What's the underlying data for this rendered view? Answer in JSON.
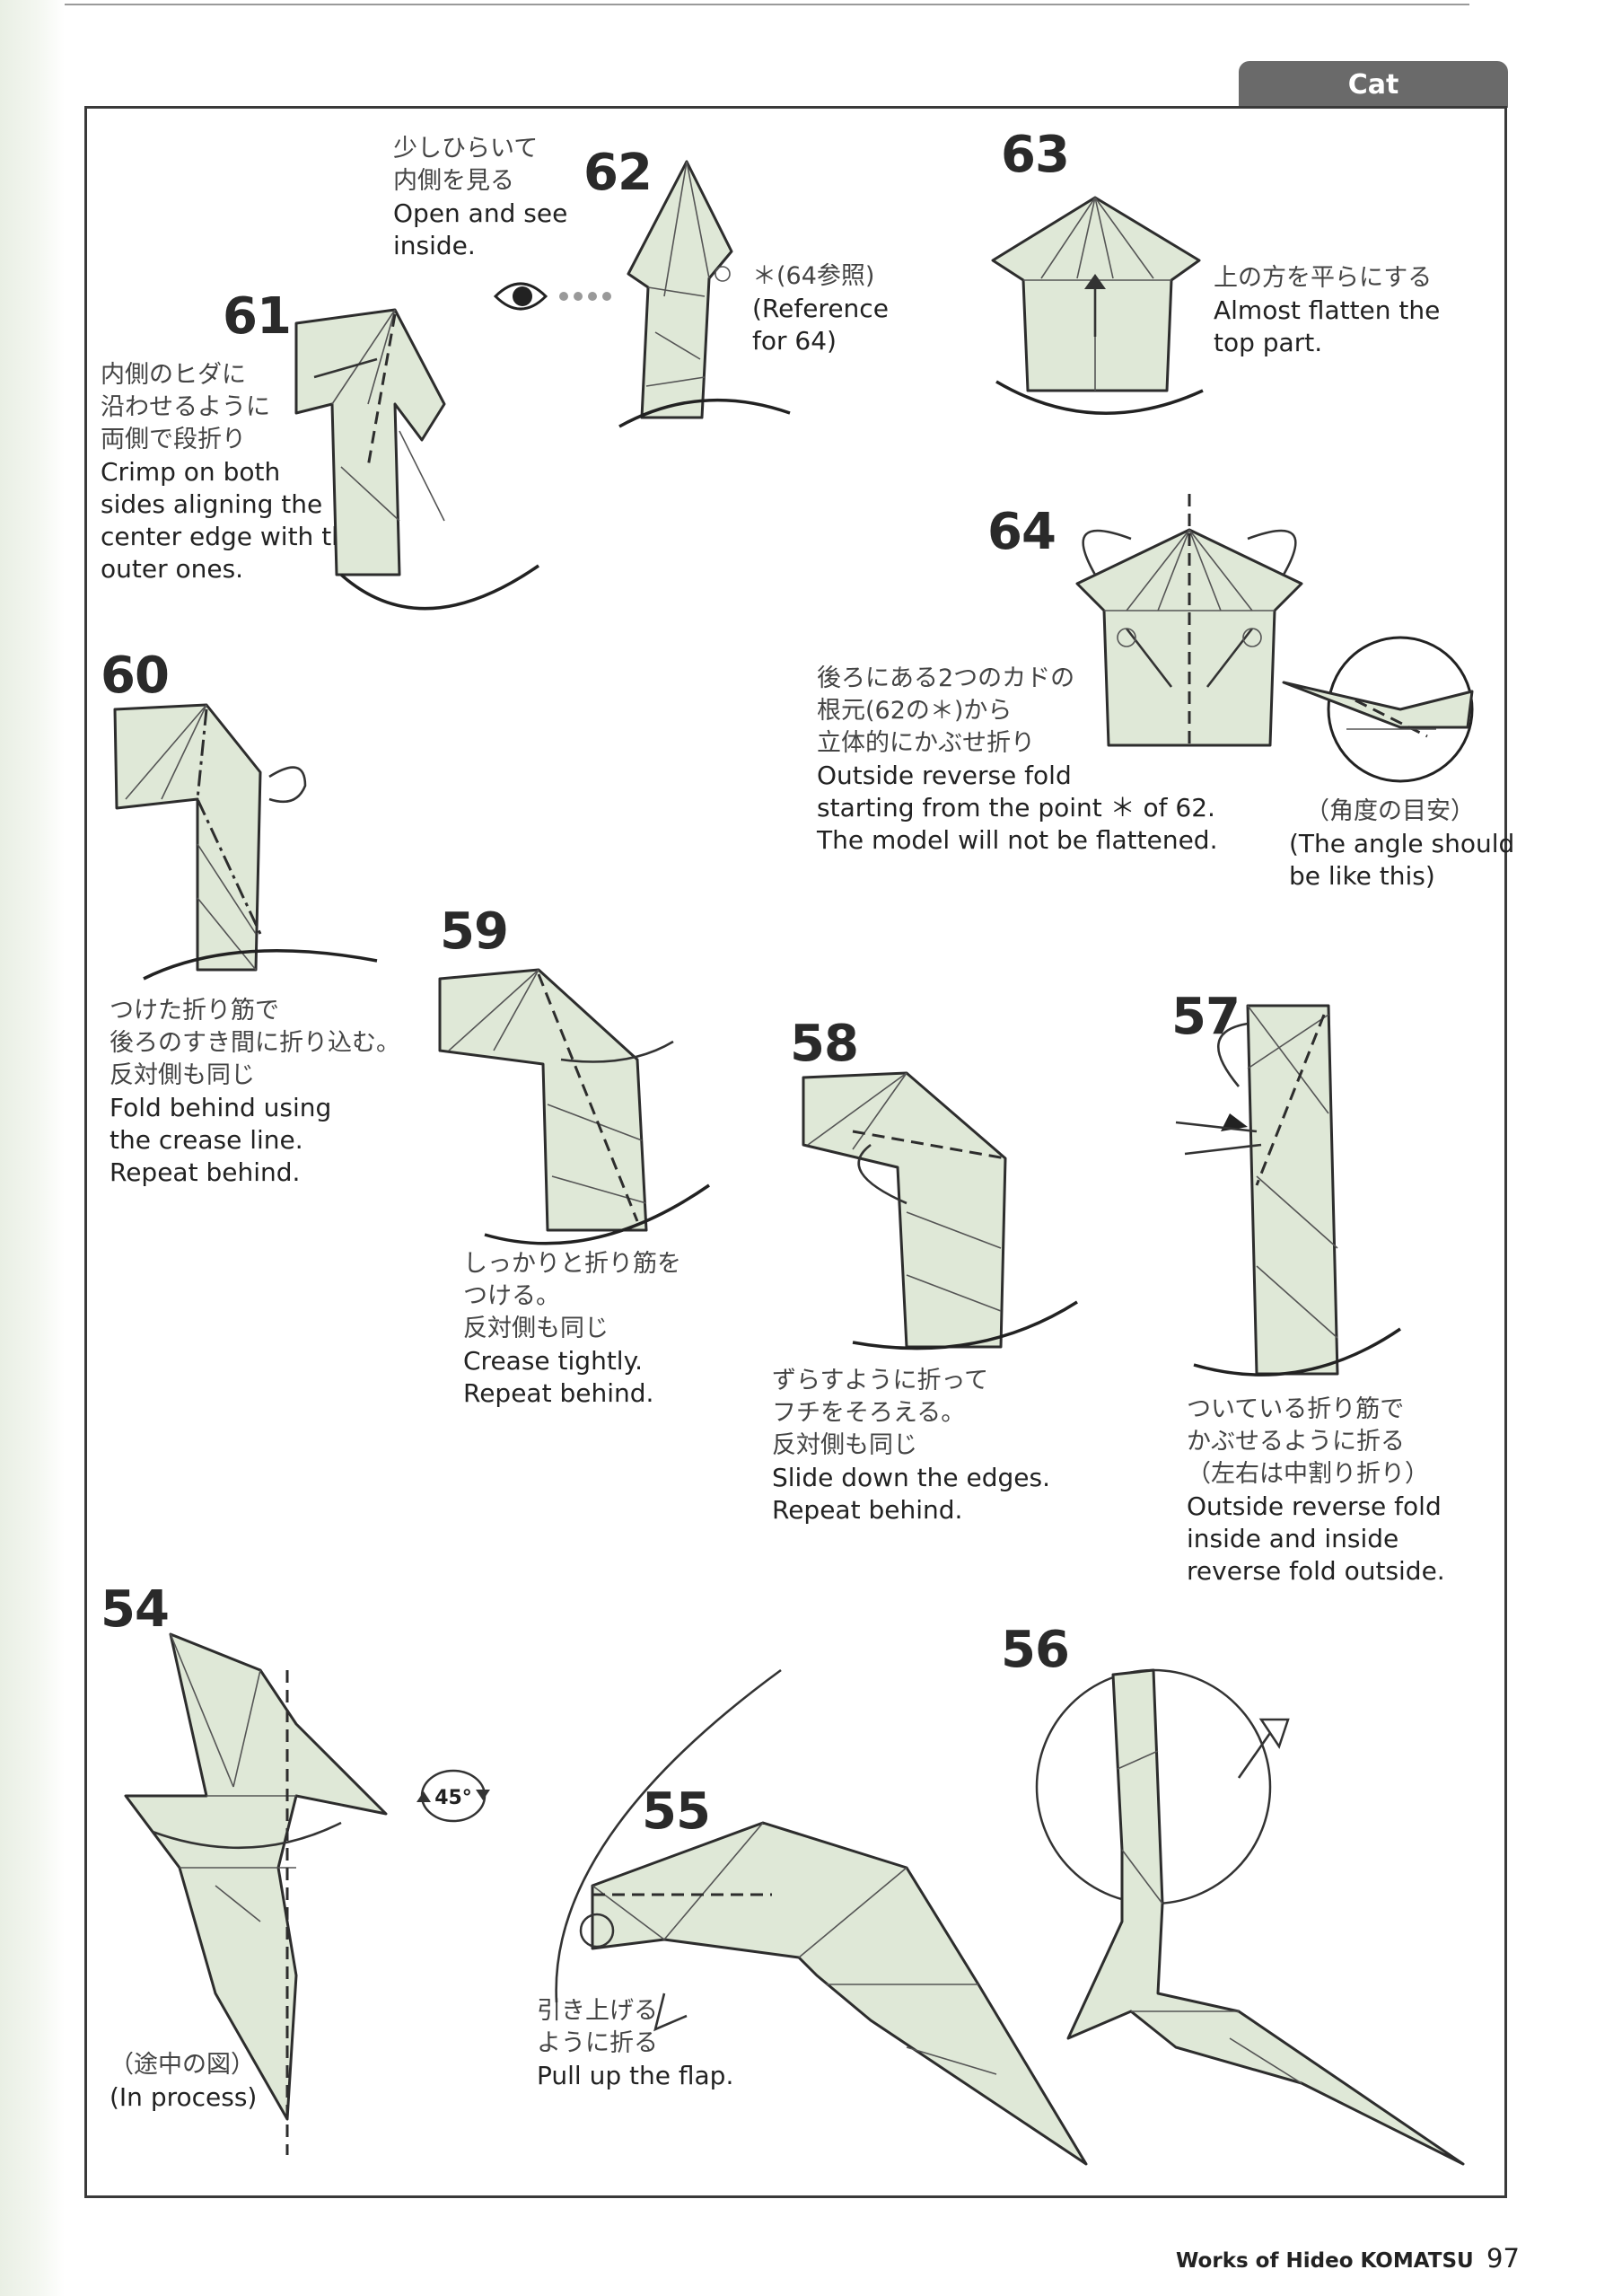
{
  "header": {
    "section_tab": "Cat"
  },
  "steps": [
    {
      "number": "62",
      "ja": [
        "少しひらいて",
        "内側を見る"
      ],
      "en": [
        "Open and see",
        "inside."
      ],
      "note_ja": "＊(64参照)",
      "note_en": [
        "(Reference",
        "for 64)"
      ]
    },
    {
      "number": "63",
      "ja": [
        "上の方を平らにする"
      ],
      "en": [
        "Almost flatten the",
        "top part."
      ]
    },
    {
      "number": "61",
      "ja": [
        "内側のヒダに",
        "沿わせるように",
        "両側で段折り"
      ],
      "en": [
        "Crimp on both",
        "sides aligning the",
        "center edge with the",
        "outer ones."
      ]
    },
    {
      "number": "64",
      "ja": [
        "後ろにある2つのカドの",
        "根元(62の＊)から",
        "立体的にかぶせ折り"
      ],
      "en": [
        "Outside reverse fold",
        "starting from the point ＊ of 62.",
        "The model will not be flattened."
      ],
      "note_ja": "（角度の目安）",
      "note_en": [
        "(The angle should",
        "be like this)"
      ]
    },
    {
      "number": "60",
      "ja": [
        "つけた折り筋で",
        "後ろのすき間に折り込む。",
        "反対側も同じ"
      ],
      "en": [
        "Fold behind using",
        "the crease line.",
        "Repeat behind."
      ]
    },
    {
      "number": "59",
      "ja": [
        "しっかりと折り筋を",
        "つける。",
        "反対側も同じ"
      ],
      "en": [
        "Crease tightly.",
        "Repeat behind."
      ]
    },
    {
      "number": "58",
      "ja": [
        "ずらすように折って",
        "フチをそろえる。",
        "反対側も同じ"
      ],
      "en": [
        "Slide down the edges.",
        "Repeat behind."
      ]
    },
    {
      "number": "57",
      "ja": [
        "ついている折り筋で",
        "かぶせるように折る",
        "（左右は中割り折り）"
      ],
      "en": [
        "Outside reverse fold",
        "inside and inside",
        "reverse fold outside."
      ]
    },
    {
      "number": "54",
      "ja": [
        "（途中の図）"
      ],
      "en": [
        "(In process)"
      ],
      "rotate_symbol": "45°"
    },
    {
      "number": "55",
      "ja": [
        "引き上げる",
        "ように折る"
      ],
      "en": [
        "Pull up the flap."
      ]
    },
    {
      "number": "56"
    }
  ],
  "footer": {
    "credit": "Works of Hideo KOMATSU",
    "page_number": "97"
  }
}
